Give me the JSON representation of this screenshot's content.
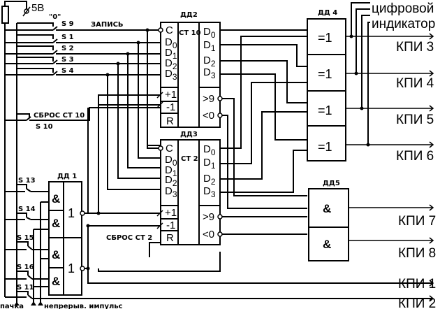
{
  "supply": {
    "label": "5В"
  },
  "switch_zero_label": "\"0\"",
  "write_label": "ЗАПИСЬ",
  "switches": {
    "s9": "S 9",
    "s1": "S 1",
    "s2": "S 2",
    "s3": "S 3",
    "s4": "S 4",
    "s10": "S 10",
    "s13": "S 13",
    "s14": "S 14",
    "s15": "S 15",
    "s16": "S 16",
    "s11": "S 11"
  },
  "reset_ct10_label": "СБРОС СТ 10",
  "reset_ct2_label": "СБРОС  СТ 2",
  "chips": {
    "dd1": {
      "name": "ДД 1",
      "gates": [
        "&",
        "&",
        "&",
        "&"
      ],
      "or": [
        "1",
        "1"
      ]
    },
    "dd2": {
      "name": "ДД2",
      "type": "СТ 10",
      "inputs": [
        "C",
        "D0",
        "D1",
        "D2",
        "D3"
      ],
      "count": [
        "+1",
        "-1",
        "R"
      ],
      "outputs": [
        "D0",
        "D1",
        "D2",
        "D3"
      ],
      "flags": [
        ">9",
        "<0"
      ]
    },
    "dd3": {
      "name": "ДД3",
      "type": "СТ 2",
      "inputs": [
        "C",
        "D0",
        "D1",
        "D2",
        "D3"
      ],
      "count": [
        "+1",
        "-1",
        "R"
      ],
      "outputs": [
        "D0",
        "D1",
        "D2",
        "D3"
      ],
      "flags": [
        ">9",
        "<0"
      ]
    },
    "dd4": {
      "name": "ДД 4",
      "gates": [
        "=1",
        "=1",
        "=1",
        "=1"
      ]
    },
    "dd5": {
      "name": "ДД5",
      "gates": [
        "&",
        "&"
      ]
    }
  },
  "indicator_label": [
    "цифровой",
    "индикатор"
  ],
  "outputs": [
    "КПИ 3",
    "КПИ 4",
    "КПИ 5",
    "КПИ 6",
    "КПИ 7",
    "КПИ 8",
    "КПИ 1",
    "КПИ 2"
  ],
  "bottom_labels": {
    "pack": "пачка",
    "pulses": "непрерыв. импульс"
  }
}
